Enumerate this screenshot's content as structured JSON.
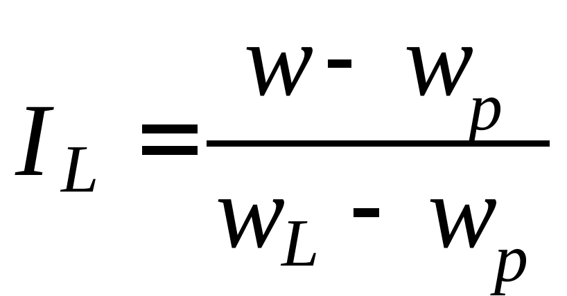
{
  "formula": {
    "lhs": {
      "symbol": "I",
      "subscript": "L"
    },
    "equals": "=",
    "numerator": {
      "term1": "w",
      "operator": "-",
      "term2": "w",
      "term2_subscript": "p"
    },
    "denominator": {
      "term1": "w",
      "term1_subscript": "L",
      "operator": "-",
      "term2": "w",
      "term2_subscript": "p"
    }
  }
}
